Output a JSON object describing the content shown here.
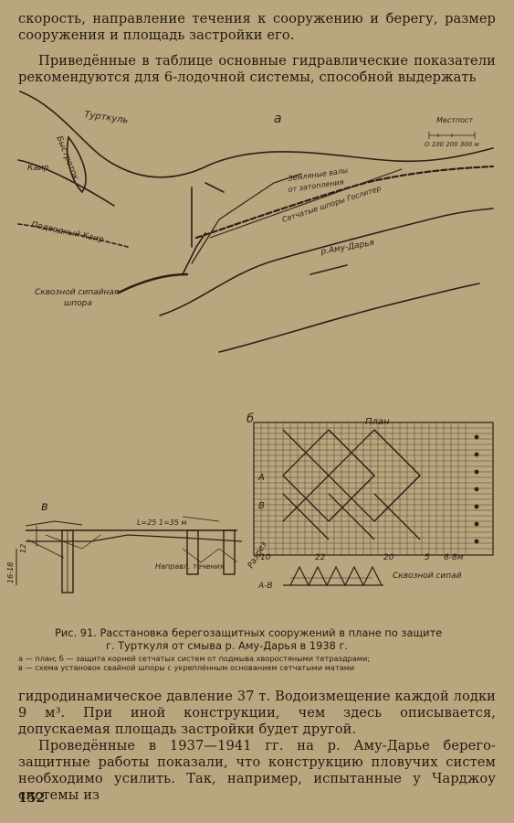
{
  "text": {
    "p1": "скорость, направление течения к сооружению и берегу, размер сооружения и площадь застройки его.",
    "p2": "Приведённые в таблице основные гидравлические показатели рекомендуются для 6-лодочной системы, способной выдержать",
    "caption_line1": "Рис. 91. Расстановка берегозащитных сооружений в плане по защите",
    "caption_line2": "г. Турткуля от смыва р. Аму-Дарья в 1938 г.",
    "legend_line1": "а — план; б — защита корней сетчатых систем от подмыва хворостяными тетраэдрами;",
    "legend_line2": "в — схема установок свайной шпоры с укреплённым основанием сетчатыми матами",
    "p3": "гидродинамическое давление 37 т. Водоизмещение каждой лодки 9 м³. При иной конструкции, чем здесь описывается, допускаемая площадь застройки будет другой.",
    "p4": "Проведённые в 1937—1941 гг. на р. Аму-Дарье берего-защитные работы показали, что конструкцию пловучих систем необходимо усилить. Так, например, испытанные у Чарджоу системы из",
    "page_number": "152"
  },
  "figure_labels": {
    "turtkul": "Турткуль",
    "a": "а",
    "bystrotok": "Быстроток",
    "mestpost": "Местпост",
    "scale": "О 100 200 300 м",
    "kair": "Каир",
    "zemlyanye": "Земляные валы",
    "ot_zatopleniya": "от затопления",
    "setchatye": "Сетчатые шпоры Гослитер",
    "podvodnyi": "Подводный Каир",
    "amudarya": "р.Аму-Дарья",
    "skvoznoy": "Сквозной сипайная",
    "shpora": "шпора",
    "b": "б",
    "plan": "План",
    "v": "в",
    "razrez": "Разрез",
    "razrez_ab": "А-В",
    "napravlenie": "Направл. течения",
    "skvoznoy_sipay": "Сквозной сипай",
    "dim_top": "L=25 1=35 м",
    "dim1": "10",
    "dim2": "22",
    "dim3": "20",
    "dim4": "5",
    "dim5": "6-8м",
    "dim6": "12",
    "dim7": "16-18",
    "letter_a": "А",
    "letter_b": "В"
  }
}
